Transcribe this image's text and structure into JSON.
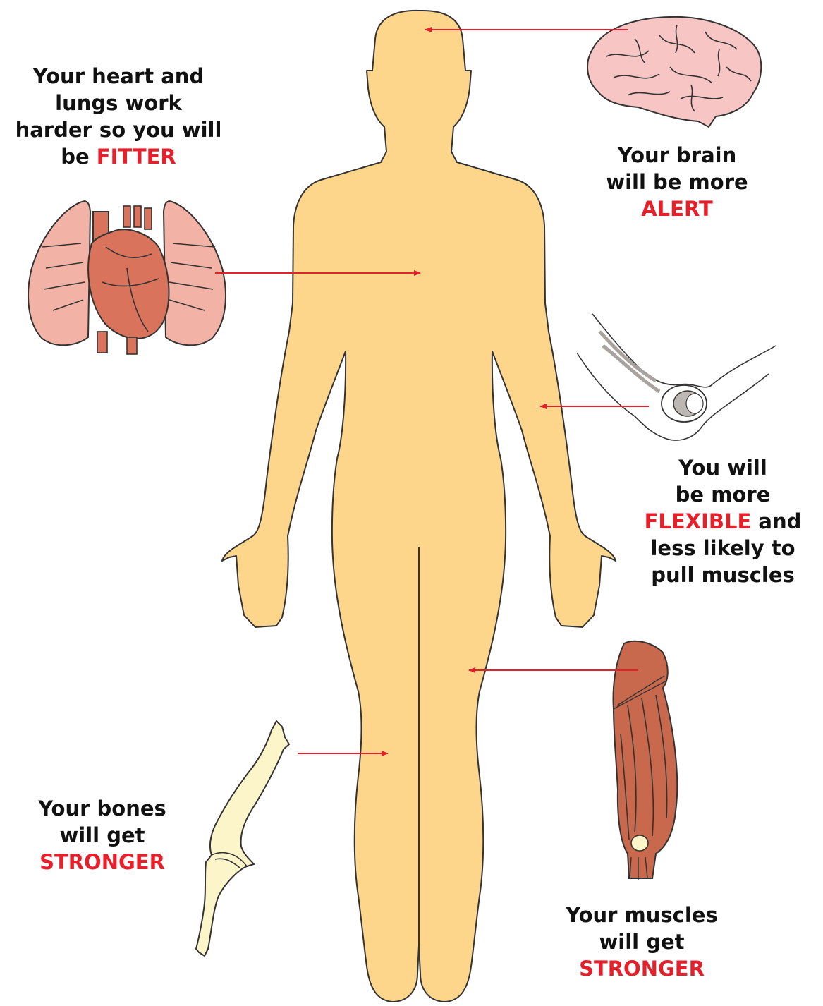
{
  "captions": {
    "heart": {
      "line1": "Your heart and",
      "line2": "lungs work",
      "line3": "harder so you will",
      "line4_prefix": "be ",
      "line4_highlight": "FITTER"
    },
    "brain": {
      "line1": "Your brain",
      "line2": "will be more",
      "line3_highlight": "ALERT"
    },
    "joint": {
      "line1": "You will",
      "line2": "be more",
      "line3_highlight": "FLEXIBLE",
      "line3_suffix": " and",
      "line4": "less likely to",
      "line5": "pull muscles"
    },
    "bones": {
      "line1": "Your bones",
      "line2": "will get",
      "line3_highlight": "STRONGER"
    },
    "muscles": {
      "line1": "Your muscles",
      "line2": "will get",
      "line3_highlight": "STRONGER"
    }
  },
  "colors": {
    "body": "#fdd68c",
    "outline": "#333333",
    "arrow": "#e5202b",
    "highlight_text": "#e5202b",
    "brain": "#f7c6c4",
    "lungs": "#f3b2a6",
    "heart": "#d9735c",
    "muscle": "#c8684c",
    "bone": "#fbf5c9"
  },
  "icons": [
    "human-body-silhouette",
    "brain-icon",
    "heart-lungs-icon",
    "elbow-joint-icon",
    "thigh-muscle-icon",
    "leg-bone-icon"
  ]
}
